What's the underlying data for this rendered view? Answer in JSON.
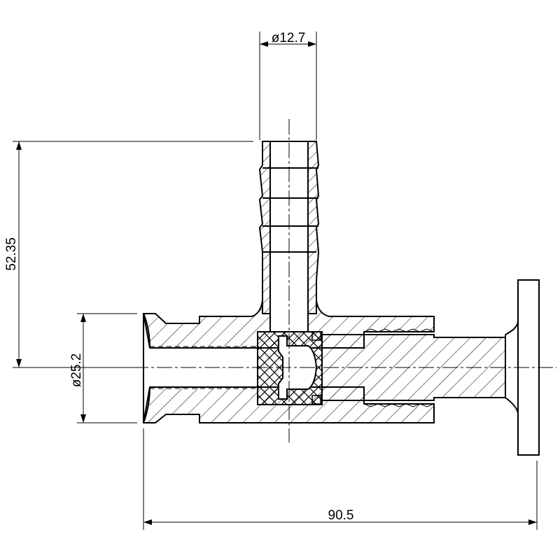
{
  "drawing": {
    "title": "",
    "dimensions": {
      "tube_diameter": "ø12.7",
      "height": "52.35",
      "ferrule_diameter": "ø25.2",
      "overall_length": "90.5"
    },
    "colors": {
      "line": "#000000",
      "background": "#ffffff"
    }
  }
}
